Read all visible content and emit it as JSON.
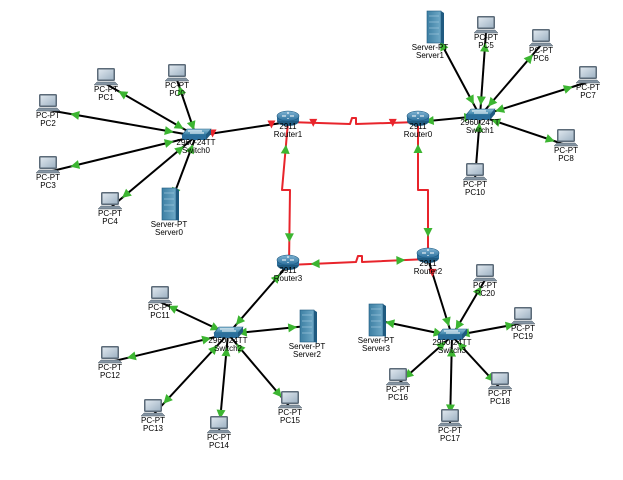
{
  "colors": {
    "ethernet": "#000000",
    "serial": "#e8242b",
    "link_up": "#3cb531",
    "link_down": "#e8242b",
    "device_blue": "#2b6f9c",
    "background": "#ffffff"
  },
  "devices": {
    "router0": {
      "type": "router",
      "model": "2911",
      "name": "Router0"
    },
    "router1": {
      "type": "router",
      "model": "2911",
      "name": "Router1"
    },
    "router2": {
      "type": "router",
      "model": "2911",
      "name": "Router2"
    },
    "router3": {
      "type": "router",
      "model": "2911",
      "name": "Router3"
    },
    "switch0": {
      "type": "switch",
      "model": "2960-24TT",
      "name": "Switch0"
    },
    "switch1": {
      "type": "switch",
      "model": "2960-24TT",
      "name": "Switch1"
    },
    "switch2": {
      "type": "switch",
      "model": "2960-24TT",
      "name": "Switch2"
    },
    "switch3": {
      "type": "switch",
      "model": "2960-24TT",
      "name": "Switch3"
    },
    "server0": {
      "type": "server",
      "model": "Server-PT",
      "name": "Server0"
    },
    "server1": {
      "type": "server",
      "model": "Server-PT",
      "name": "Server1"
    },
    "server2": {
      "type": "server",
      "model": "Server-PT",
      "name": "Server2"
    },
    "server3": {
      "type": "server",
      "model": "Server-PT",
      "name": "Server3"
    },
    "pc0": {
      "type": "pc",
      "model": "PC-PT",
      "name": "PC0"
    },
    "pc1": {
      "type": "pc",
      "model": "PC-PT",
      "name": "PC1"
    },
    "pc2": {
      "type": "pc",
      "model": "PC-PT",
      "name": "PC2"
    },
    "pc3": {
      "type": "pc",
      "model": "PC-PT",
      "name": "PC3"
    },
    "pc4": {
      "type": "pc",
      "model": "PC-PT",
      "name": "PC4"
    },
    "pc5": {
      "type": "pc",
      "model": "PC-PT",
      "name": "PC5"
    },
    "pc6": {
      "type": "pc",
      "model": "PC-PT",
      "name": "PC6"
    },
    "pc7": {
      "type": "pc",
      "model": "PC-PT",
      "name": "PC7"
    },
    "pc8": {
      "type": "pc",
      "model": "PC-PT",
      "name": "PC8"
    },
    "pc10": {
      "type": "pc",
      "model": "PC-PT",
      "name": "PC10"
    },
    "pc11": {
      "type": "pc",
      "model": "PC-PT",
      "name": "PC11"
    },
    "pc12": {
      "type": "pc",
      "model": "PC-PT",
      "name": "PC12"
    },
    "pc13": {
      "type": "pc",
      "model": "PC-PT",
      "name": "PC13"
    },
    "pc14": {
      "type": "pc",
      "model": "PC-PT",
      "name": "PC14"
    },
    "pc15": {
      "type": "pc",
      "model": "PC-PT",
      "name": "PC15"
    },
    "pc16": {
      "type": "pc",
      "model": "PC-PT",
      "name": "PC16"
    },
    "pc17": {
      "type": "pc",
      "model": "PC-PT",
      "name": "PC17"
    },
    "pc18": {
      "type": "pc",
      "model": "PC-PT",
      "name": "PC18"
    },
    "pc19": {
      "type": "pc",
      "model": "PC-PT",
      "name": "PC19"
    },
    "pc20": {
      "type": "pc",
      "model": "PC-PT",
      "name": "PC20"
    }
  },
  "links": [
    {
      "from": "router1",
      "to": "router0",
      "kind": "serial",
      "status_a": "down",
      "status_b": "down"
    },
    {
      "from": "router1",
      "to": "router3",
      "kind": "serial",
      "status_a": "up",
      "status_b": "up"
    },
    {
      "from": "router0",
      "to": "router2",
      "kind": "serial",
      "status_a": "up",
      "status_b": "up"
    },
    {
      "from": "router3",
      "to": "router2",
      "kind": "serial",
      "status_a": "up",
      "status_b": "up"
    },
    {
      "from": "switch0",
      "to": "router1",
      "kind": "ethernet",
      "status_a": "down",
      "status_b": "down"
    },
    {
      "from": "switch1",
      "to": "router0",
      "kind": "ethernet",
      "status_a": "up",
      "status_b": "up"
    },
    {
      "from": "switch2",
      "to": "router3",
      "kind": "ethernet",
      "status_a": "up",
      "status_b": "up"
    },
    {
      "from": "switch3",
      "to": "router2",
      "kind": "ethernet",
      "status_a": "up",
      "status_b": "down"
    },
    {
      "from": "switch0",
      "to": "pc0",
      "kind": "ethernet",
      "status_a": "up",
      "status_b": "up"
    },
    {
      "from": "switch0",
      "to": "pc1",
      "kind": "ethernet",
      "status_a": "up",
      "status_b": "up"
    },
    {
      "from": "switch0",
      "to": "pc2",
      "kind": "ethernet",
      "status_a": "up",
      "status_b": "up"
    },
    {
      "from": "switch0",
      "to": "pc3",
      "kind": "ethernet",
      "status_a": "up",
      "status_b": "up"
    },
    {
      "from": "switch0",
      "to": "pc4",
      "kind": "ethernet",
      "status_a": "up",
      "status_b": "up"
    },
    {
      "from": "switch0",
      "to": "server0",
      "kind": "ethernet",
      "status_a": "up",
      "status_b": "up"
    },
    {
      "from": "switch1",
      "to": "server1",
      "kind": "ethernet",
      "status_a": "up",
      "status_b": "up"
    },
    {
      "from": "switch1",
      "to": "pc5",
      "kind": "ethernet",
      "status_a": "up",
      "status_b": "up"
    },
    {
      "from": "switch1",
      "to": "pc6",
      "kind": "ethernet",
      "status_a": "up",
      "status_b": "up"
    },
    {
      "from": "switch1",
      "to": "pc7",
      "kind": "ethernet",
      "status_a": "up",
      "status_b": "up"
    },
    {
      "from": "switch1",
      "to": "pc8",
      "kind": "ethernet",
      "status_a": "up",
      "status_b": "up"
    },
    {
      "from": "switch1",
      "to": "pc10",
      "kind": "ethernet",
      "status_a": "up",
      "status_b": "up"
    },
    {
      "from": "switch2",
      "to": "pc11",
      "kind": "ethernet",
      "status_a": "up",
      "status_b": "up"
    },
    {
      "from": "switch2",
      "to": "pc12",
      "kind": "ethernet",
      "status_a": "up",
      "status_b": "up"
    },
    {
      "from": "switch2",
      "to": "pc13",
      "kind": "ethernet",
      "status_a": "up",
      "status_b": "up"
    },
    {
      "from": "switch2",
      "to": "pc14",
      "kind": "ethernet",
      "status_a": "up",
      "status_b": "up"
    },
    {
      "from": "switch2",
      "to": "pc15",
      "kind": "ethernet",
      "status_a": "up",
      "status_b": "up"
    },
    {
      "from": "switch2",
      "to": "server2",
      "kind": "ethernet",
      "status_a": "up",
      "status_b": "up"
    },
    {
      "from": "switch3",
      "to": "server3",
      "kind": "ethernet",
      "status_a": "up",
      "status_b": "up"
    },
    {
      "from": "switch3",
      "to": "pc16",
      "kind": "ethernet",
      "status_a": "up",
      "status_b": "up"
    },
    {
      "from": "switch3",
      "to": "pc17",
      "kind": "ethernet",
      "status_a": "up",
      "status_b": "up"
    },
    {
      "from": "switch3",
      "to": "pc18",
      "kind": "ethernet",
      "status_a": "up",
      "status_b": "up"
    },
    {
      "from": "switch3",
      "to": "pc19",
      "kind": "ethernet",
      "status_a": "up",
      "status_b": "up"
    },
    {
      "from": "switch3",
      "to": "pc20",
      "kind": "ethernet",
      "status_a": "up",
      "status_b": "up"
    }
  ]
}
